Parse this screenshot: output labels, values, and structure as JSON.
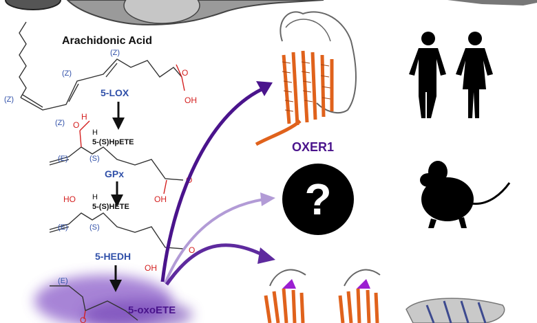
{
  "title": "Arachidonic Acid",
  "stereo": {
    "z": "(Z)",
    "e": "(E)",
    "s": "(S)"
  },
  "atoms": {
    "oh": "OH",
    "ho": "HO",
    "o": "O",
    "h": "H"
  },
  "enzymes": [
    "5-LOX",
    "GPx",
    "5-HEDH"
  ],
  "intermediates": [
    "5-(S)HpETE",
    "5-(S)HETE"
  ],
  "product": "5-oxoETE",
  "receptor": "OXER1",
  "unknown_receptor_symbol": "?",
  "colors": {
    "purple": "#4a148c",
    "light_purple": "#b29bd6",
    "mid_purple": "#5e2a9e",
    "enzyme_blue": "#2f4fa8",
    "protein_orange": "#e0621c",
    "oxygen_red": "#d42020",
    "glow": "#8a5cc9"
  },
  "icons": [
    "human-silhouettes",
    "mouse-silhouette",
    "question-badge",
    "protein-structure"
  ]
}
